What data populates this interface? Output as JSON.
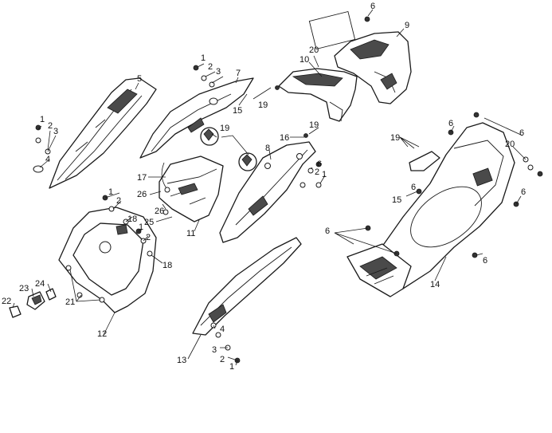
{
  "callouts": [
    {
      "id": "c1a",
      "text": "1"
    },
    {
      "id": "c2a",
      "text": "2"
    },
    {
      "id": "c3a",
      "text": "3"
    },
    {
      "id": "c4a",
      "text": "4"
    },
    {
      "id": "c5",
      "text": "5"
    },
    {
      "id": "c1b",
      "text": "1"
    },
    {
      "id": "c2b",
      "text": "2"
    },
    {
      "id": "c3b",
      "text": "3"
    },
    {
      "id": "c7",
      "text": "7"
    },
    {
      "id": "c15a",
      "text": "15"
    },
    {
      "id": "c19a",
      "text": "19"
    },
    {
      "id": "c20a",
      "text": "20"
    },
    {
      "id": "c10",
      "text": "10"
    },
    {
      "id": "c6a",
      "text": "6"
    },
    {
      "id": "c9",
      "text": "9"
    },
    {
      "id": "c19b",
      "text": "19"
    },
    {
      "id": "c16",
      "text": "16"
    },
    {
      "id": "c19c",
      "text": "19"
    },
    {
      "id": "c8",
      "text": "8"
    },
    {
      "id": "c6b",
      "text": "6"
    },
    {
      "id": "c2c",
      "text": "2"
    },
    {
      "id": "c1c",
      "text": "1"
    },
    {
      "id": "c17",
      "text": "17"
    },
    {
      "id": "c26a",
      "text": "26"
    },
    {
      "id": "c26b",
      "text": "26"
    },
    {
      "id": "c25",
      "text": "25"
    },
    {
      "id": "c11",
      "text": "11"
    },
    {
      "id": "c1d",
      "text": "1"
    },
    {
      "id": "c2d",
      "text": "2"
    },
    {
      "id": "c18a",
      "text": "18"
    },
    {
      "id": "c1e",
      "text": "1"
    },
    {
      "id": "c2e",
      "text": "2"
    },
    {
      "id": "c18b",
      "text": "18"
    },
    {
      "id": "c24",
      "text": "24"
    },
    {
      "id": "c23",
      "text": "23"
    },
    {
      "id": "c22",
      "text": "22"
    },
    {
      "id": "c21",
      "text": "21"
    },
    {
      "id": "c12",
      "text": "12"
    },
    {
      "id": "c4b",
      "text": "4"
    },
    {
      "id": "c13",
      "text": "13"
    },
    {
      "id": "c3c",
      "text": "3"
    },
    {
      "id": "c2f",
      "text": "2"
    },
    {
      "id": "c1f",
      "text": "1"
    },
    {
      "id": "c19d",
      "text": "19"
    },
    {
      "id": "c15b",
      "text": "15"
    },
    {
      "id": "c6c",
      "text": "6"
    },
    {
      "id": "c6d",
      "text": "6"
    },
    {
      "id": "c20b",
      "text": "20"
    },
    {
      "id": "c6e",
      "text": "6"
    },
    {
      "id": "c6f",
      "text": "6"
    },
    {
      "id": "c6g",
      "text": "6"
    },
    {
      "id": "c14",
      "text": "14"
    }
  ]
}
